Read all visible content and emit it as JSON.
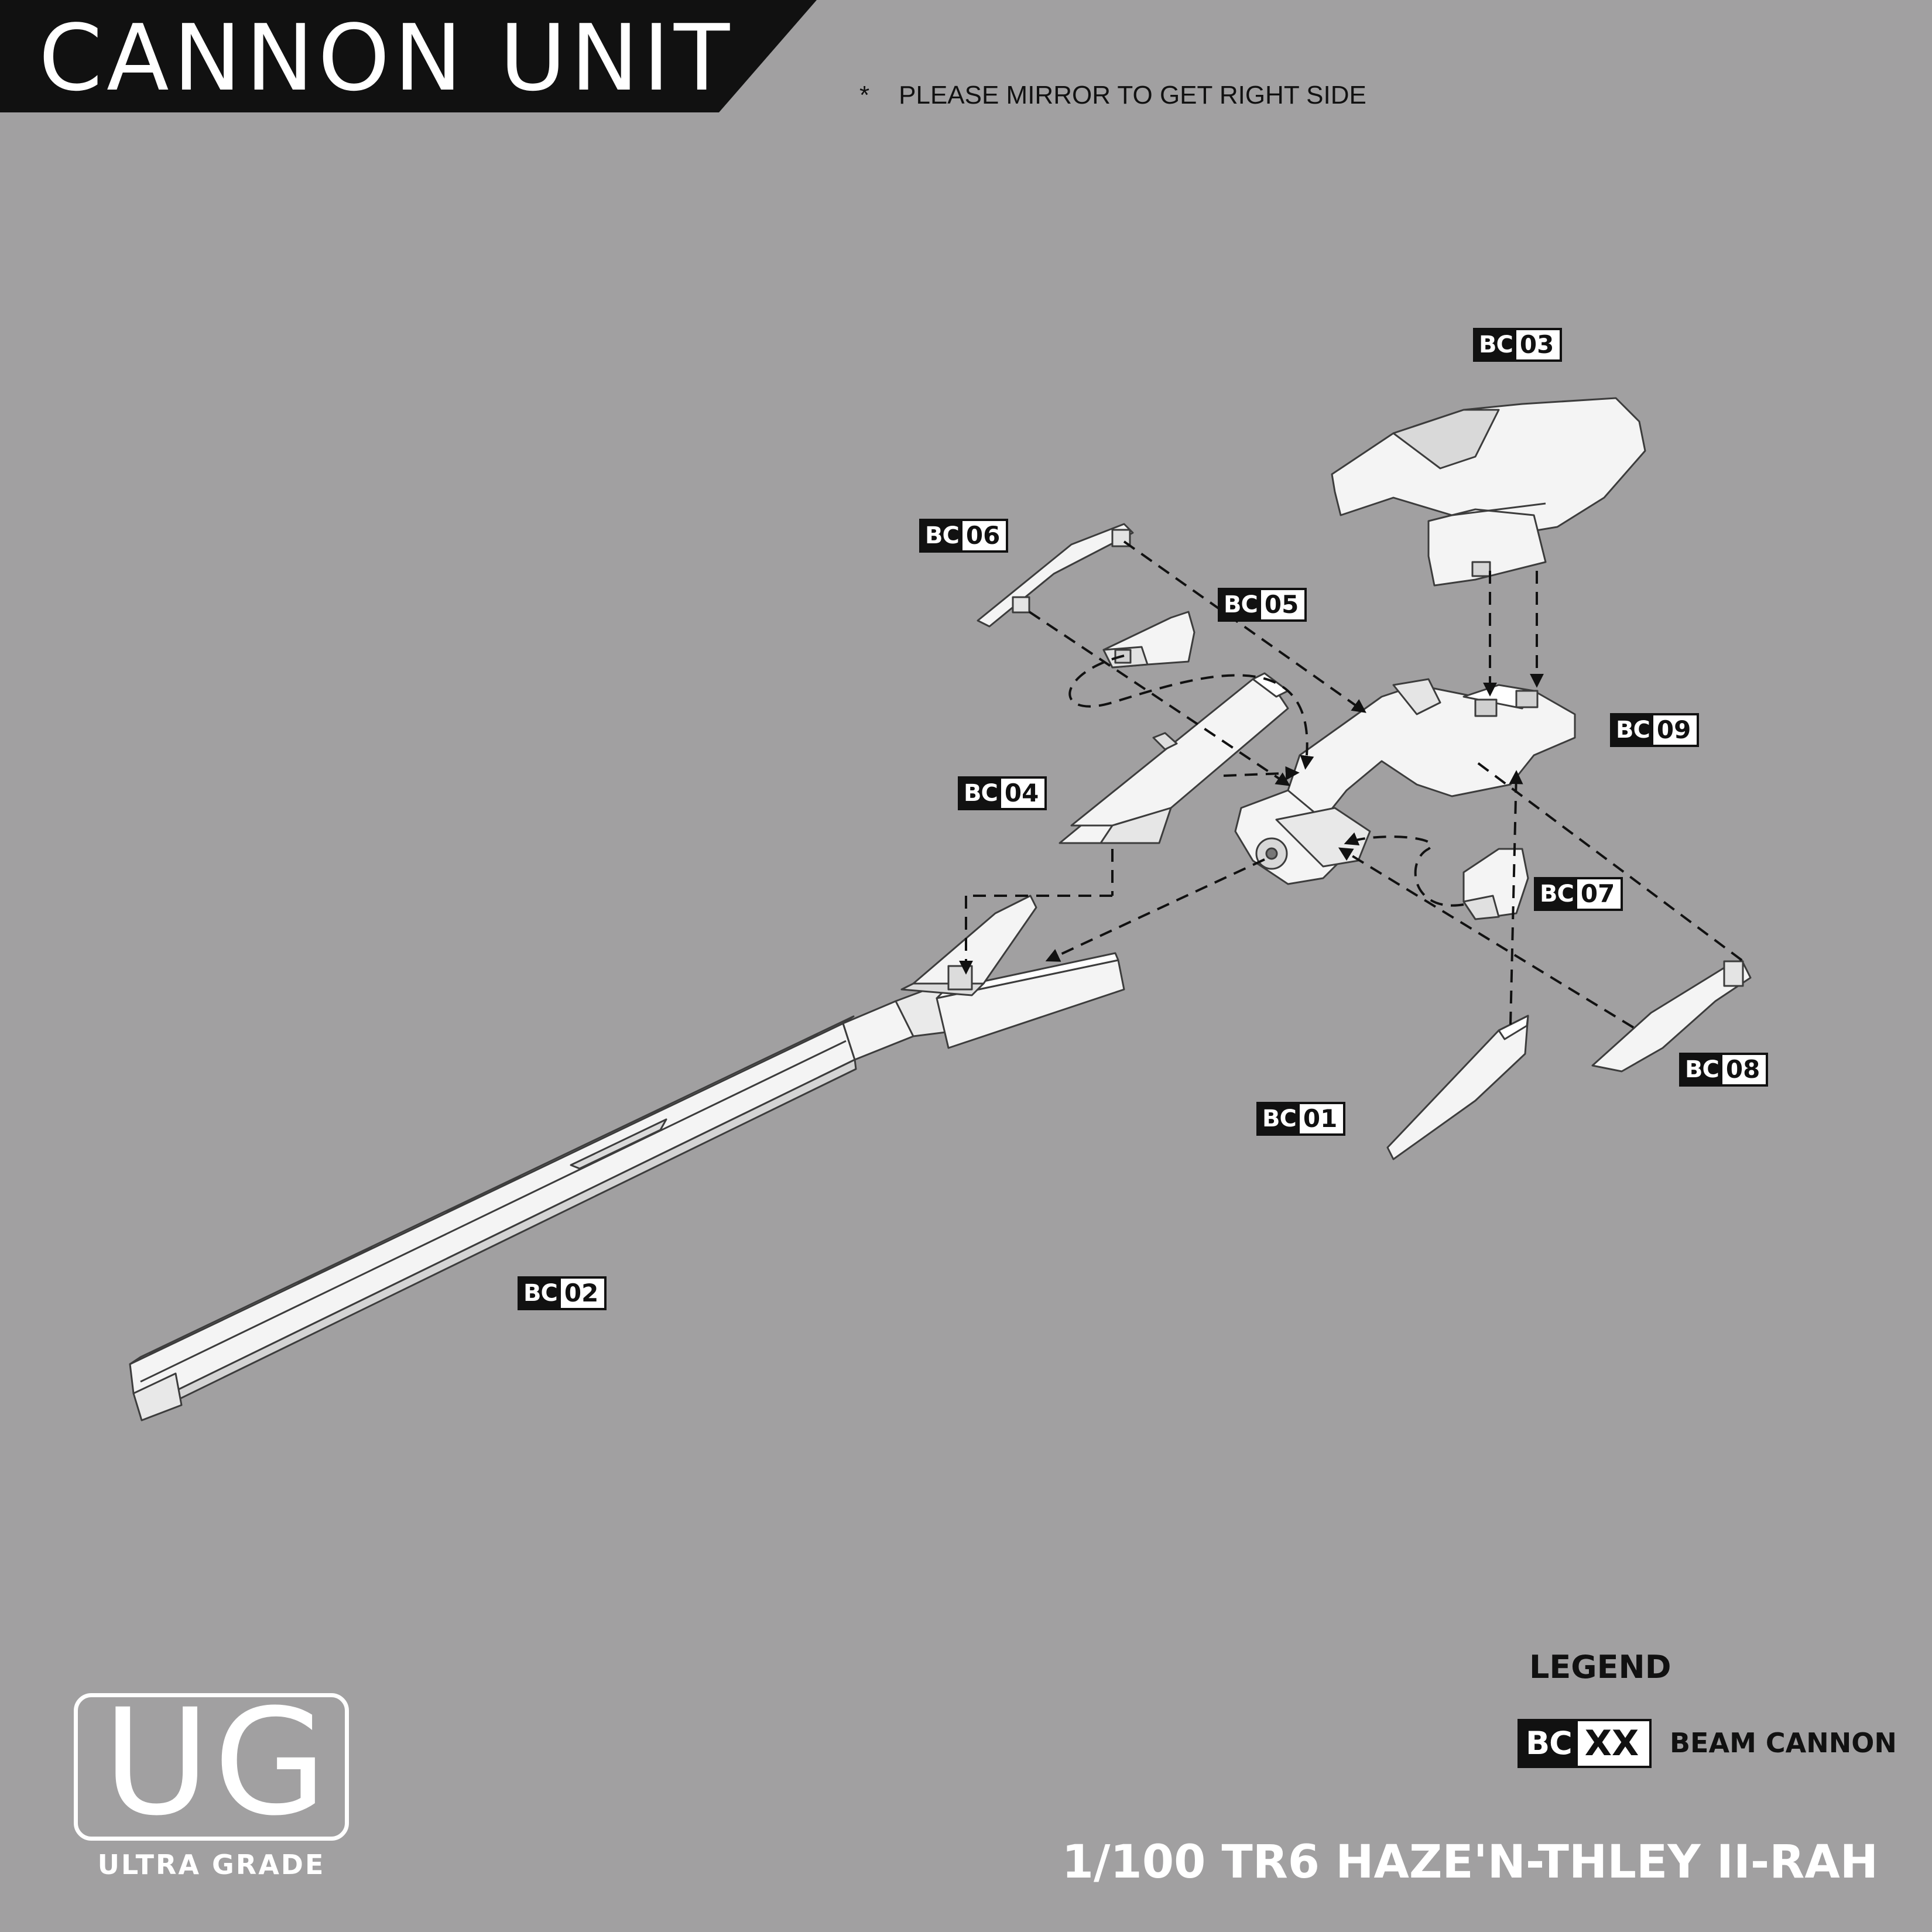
{
  "header": {
    "title": "CANNON UNIT",
    "note_marker": "*",
    "note": "PLEASE MIRROR TO GET RIGHT SIDE"
  },
  "parts": [
    {
      "prefix": "BC",
      "number": "01"
    },
    {
      "prefix": "BC",
      "number": "02"
    },
    {
      "prefix": "BC",
      "number": "03"
    },
    {
      "prefix": "BC",
      "number": "04"
    },
    {
      "prefix": "BC",
      "number": "05"
    },
    {
      "prefix": "BC",
      "number": "06"
    },
    {
      "prefix": "BC",
      "number": "07"
    },
    {
      "prefix": "BC",
      "number": "08"
    },
    {
      "prefix": "BC",
      "number": "09"
    }
  ],
  "legend": {
    "title": "LEGEND",
    "prefix": "BC",
    "code": "XX",
    "description": "BEAM CANNON"
  },
  "logo": {
    "letters": "UG",
    "subtitle": "ULTRA GRADE"
  },
  "model_name": "1/100 TR6 HAZE'N-THLEY II-RAH",
  "colors": {
    "background": "#a1a0a1",
    "header_band": "#111111",
    "part_fill": "#f4f4f4",
    "part_stroke": "#444444",
    "text_white": "#ffffff"
  }
}
